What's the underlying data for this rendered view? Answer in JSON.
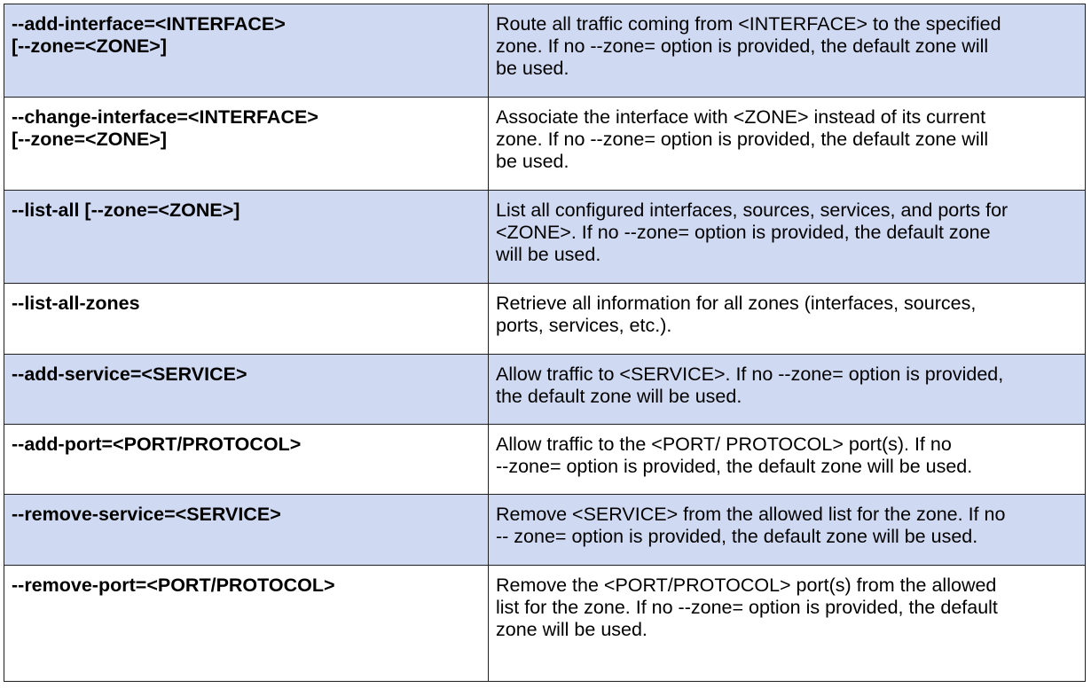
{
  "table": {
    "shade_color": "#cfd9f2",
    "rows": [
      {
        "option": "--add-interface=<INTERFACE>\n[--zone=<ZONE>]",
        "description": "Route all traffic coming from <INTERFACE> to the specified\nzone. If no --zone= option is provided, the default zone will\nbe used."
      },
      {
        "option": "--change-interface=<INTERFACE>\n[--zone=<ZONE>]",
        "description": "Associate the interface with <ZONE> instead of its current\nzone. If no --zone= option is provided, the default zone will\nbe used."
      },
      {
        "option": "--list-all [--zone=<ZONE>]",
        "description": "List all configured interfaces, sources, services, and ports for\n<ZONE>. If no --zone= option is provided, the default zone\nwill be used."
      },
      {
        "option": "--list-all-zones",
        "description": "Retrieve all information for all zones (interfaces, sources,\nports, services, etc.)."
      },
      {
        "option": "--add-service=<SERVICE>",
        "description": "Allow traffic to <SERVICE>. If no --zone= option is provided,\nthe default zone will be used."
      },
      {
        "option": "--add-port=<PORT/PROTOCOL>",
        "description": "Allow traffic to the <PORT/ PROTOCOL> port(s). If no\n--zone= option is provided, the default zone will be used."
      },
      {
        "option": "--remove-service=<SERVICE>",
        "description": "Remove <SERVICE> from the allowed list for the zone. If no\n-- zone= option is provided, the default zone will be used."
      },
      {
        "option": "--remove-port=<PORT/PROTOCOL>",
        "description": "Remove the <PORT/PROTOCOL> port(s) from the allowed\nlist for the zone. If no --zone= option is provided, the default\nzone will be used."
      }
    ]
  }
}
